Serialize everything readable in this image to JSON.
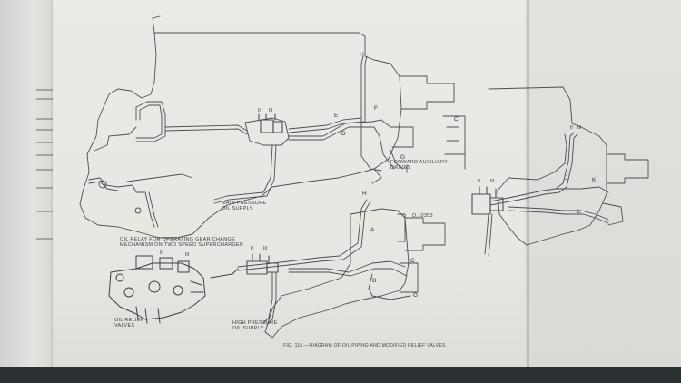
{
  "labels": {
    "forward_aux": "FORWARD AUXILIARY\nDRIVES",
    "main_pressure": "MAIN PRESSURE\nOIL SUPPLY",
    "oil_relay": "OIL RELAY FOR OPERATING GEAR CHANGE\nMECHANISM ON TWO SPEED SUPERCHARGER",
    "oil_relief": "OIL RELIEF\nVALVES",
    "high_pressure": "HIGH PRESSURE\nOIL SUPPLY",
    "drawing_number": "D.10353"
  },
  "letters": {
    "H_top": "H",
    "E": "E",
    "F": "F",
    "D": "D",
    "C_top": "C",
    "G_top": "G",
    "H_mid": "H",
    "A": "A",
    "B": "B",
    "C_mid": "C",
    "G_mid": "G",
    "J": "J",
    "K": "K",
    "L": "L",
    "roman_a1": "II",
    "roman_a2": "III",
    "roman_b1": "II",
    "roman_b2": "III",
    "roman_c1": "II",
    "roman_c2": "III",
    "roman_d1": "II",
    "roman_d2": "III",
    "roman_e1": "II",
    "roman_e2": "III"
  },
  "caption": "FIG. 116.—DIAGRAM OF OIL PIPING AND MODIFIED RELIEF VALVES."
}
